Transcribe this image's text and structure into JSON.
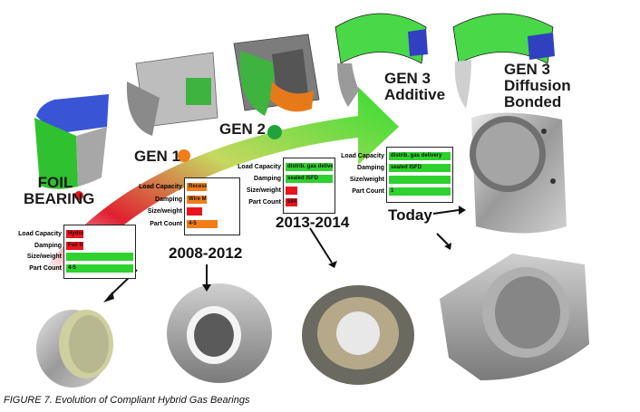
{
  "figure": {
    "caption": "FIGURE 7. Evolution of Compliant Hybrid Gas Bearings"
  },
  "stages": {
    "foil": "FOIL BEARING",
    "gen1": "GEN 1",
    "gen2": "GEN 2",
    "gen3a": "GEN 3 Additive",
    "gen3b": "GEN 3 Diffusion Bonded"
  },
  "years": {
    "gen1": "2008-2012",
    "gen2": "2013-2014",
    "today": "Today"
  },
  "labels": {
    "load": "Load Capacity",
    "damping": "Damping",
    "size": "Size/weight",
    "parts": "Part Count"
  },
  "cards": {
    "foil": {
      "load": "Hydro. only",
      "damping": "Foil friction",
      "size": "",
      "parts": "4-5",
      "load_level": 0.25,
      "damping_level": 0.25,
      "size_level": 1.0,
      "parts_level": 1.0
    },
    "gen1": {
      "load": "Recess",
      "damping": "Wire Mesh",
      "size": "",
      "parts": "4-5",
      "load_level": 0.4,
      "damping_level": 0.4,
      "size_level": 0.3,
      "parts_level": 0.6
    },
    "gen2": {
      "load": "distrib. gas delivery",
      "damping": "sealed ISFD",
      "size": "",
      "parts": "584",
      "load_level": 1.0,
      "damping_level": 1.0,
      "size_level": 0.25,
      "parts_level": 0.25
    },
    "today": {
      "load": "distrib. gas delivery",
      "damping": "sealed ISFD",
      "size": "",
      "parts": "1",
      "load_level": 1.0,
      "damping_level": 1.0,
      "size_level": 1.0,
      "parts_level": 1.0
    }
  },
  "colors": {
    "red": "#e8141e",
    "orange": "#f07d1a",
    "green": "#2ed12e",
    "arrow_start": "#c8102e",
    "arrow_end": "#2ddf2d"
  }
}
